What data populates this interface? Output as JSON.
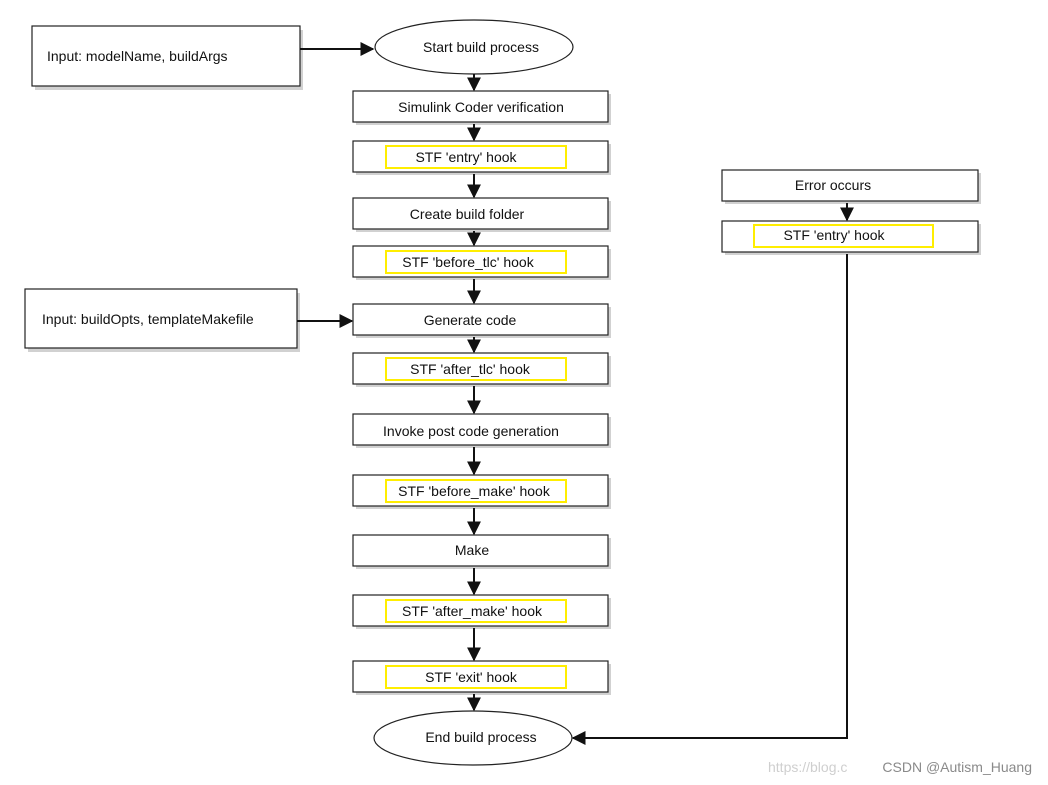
{
  "inputs": {
    "model": "Input: modelName, buildArgs",
    "opts": "Input: buildOpts, templateMakefile"
  },
  "terminals": {
    "start": "Start build process",
    "end": "End build process"
  },
  "steps": {
    "verify": "Simulink Coder verification",
    "entry_hook": "STF 'entry' hook",
    "create_folder": "Create build folder",
    "before_tlc": "STF 'before_tlc' hook",
    "generate": "Generate code",
    "after_tlc": "STF 'after_tlc' hook",
    "post_codegen": "Invoke post code generation",
    "before_make": "STF 'before_make' hook",
    "make": "Make",
    "after_make": "STF 'after_make' hook",
    "exit_hook": "STF 'exit' hook"
  },
  "error_branch": {
    "error": "Error occurs",
    "entry_hook": "STF 'entry' hook"
  },
  "watermark": {
    "url_part": "https://blog.c",
    "credit": "CSDN @Autism_Huang"
  },
  "colors": {
    "hook_outline": "#ffee00",
    "box_border": "#222222",
    "connector": "#111111"
  }
}
